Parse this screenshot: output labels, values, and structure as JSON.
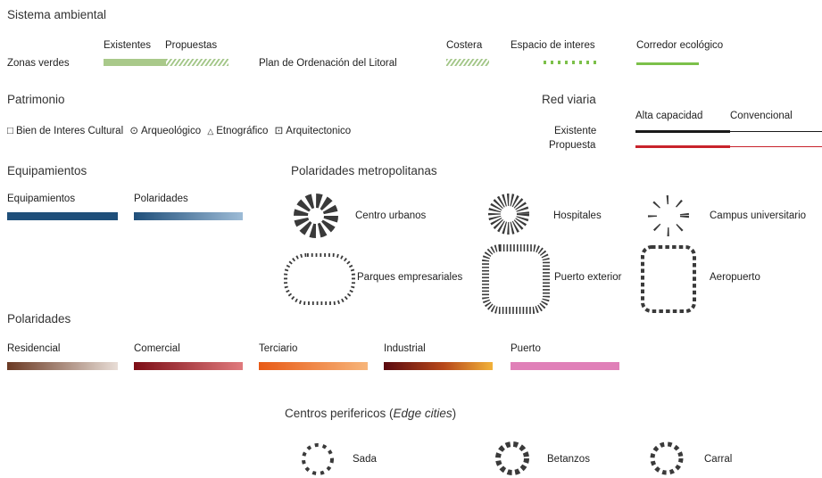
{
  "sistema": {
    "title": "Sistema ambiental",
    "zonas_label": "Zonas verdes",
    "existentes": "Existentes",
    "propuestas": "Propuestas",
    "plan_label": "Plan de Ordenación del Litoral",
    "costera": "Costera",
    "espacio": "Espacio de interes",
    "corredor": "Corredor ecológico"
  },
  "patrimonio": {
    "title": "Patrimonio",
    "items": [
      "Bien de Interes Cultural",
      "Arqueológico",
      "Etnográfico",
      "Arquitectonico"
    ],
    "symbols": [
      "□",
      "⊙",
      "△",
      "⊡"
    ]
  },
  "red_viaria": {
    "title": "Red viaria",
    "alta": "Alta capacidad",
    "convencional": "Convencional",
    "existente": "Existente",
    "propuesta": "Propuesta"
  },
  "equipamientos": {
    "title": "Equipamientos",
    "items": [
      "Equipamientos",
      "Polaridades"
    ]
  },
  "polaridades_metropolitanas": {
    "title": "Polaridades metropolitanas",
    "items": [
      "Centro urbanos",
      "Hospitales",
      "Campus universitario",
      "Parques empresariales",
      "Puerto exterior",
      "Aeropuerto"
    ]
  },
  "polaridades": {
    "title": "Polaridades",
    "items": [
      "Residencial",
      "Comercial",
      "Terciario",
      "Industrial",
      "Puerto"
    ]
  },
  "centros": {
    "title_main": "Centros perifericos (",
    "title_em": "Edge cities",
    "title_end": ")",
    "items": [
      "Sada",
      "Betanzos",
      "Carral"
    ]
  },
  "colors": {
    "green": "#a9c98a",
    "green_light": "#b5d89a",
    "green_bright": "#7cc04a",
    "road_black": "#1a1a1a",
    "road_red": "#c8232c",
    "equip_blue": "#1f4f7a",
    "dash_gray": "#3a3a3a"
  }
}
